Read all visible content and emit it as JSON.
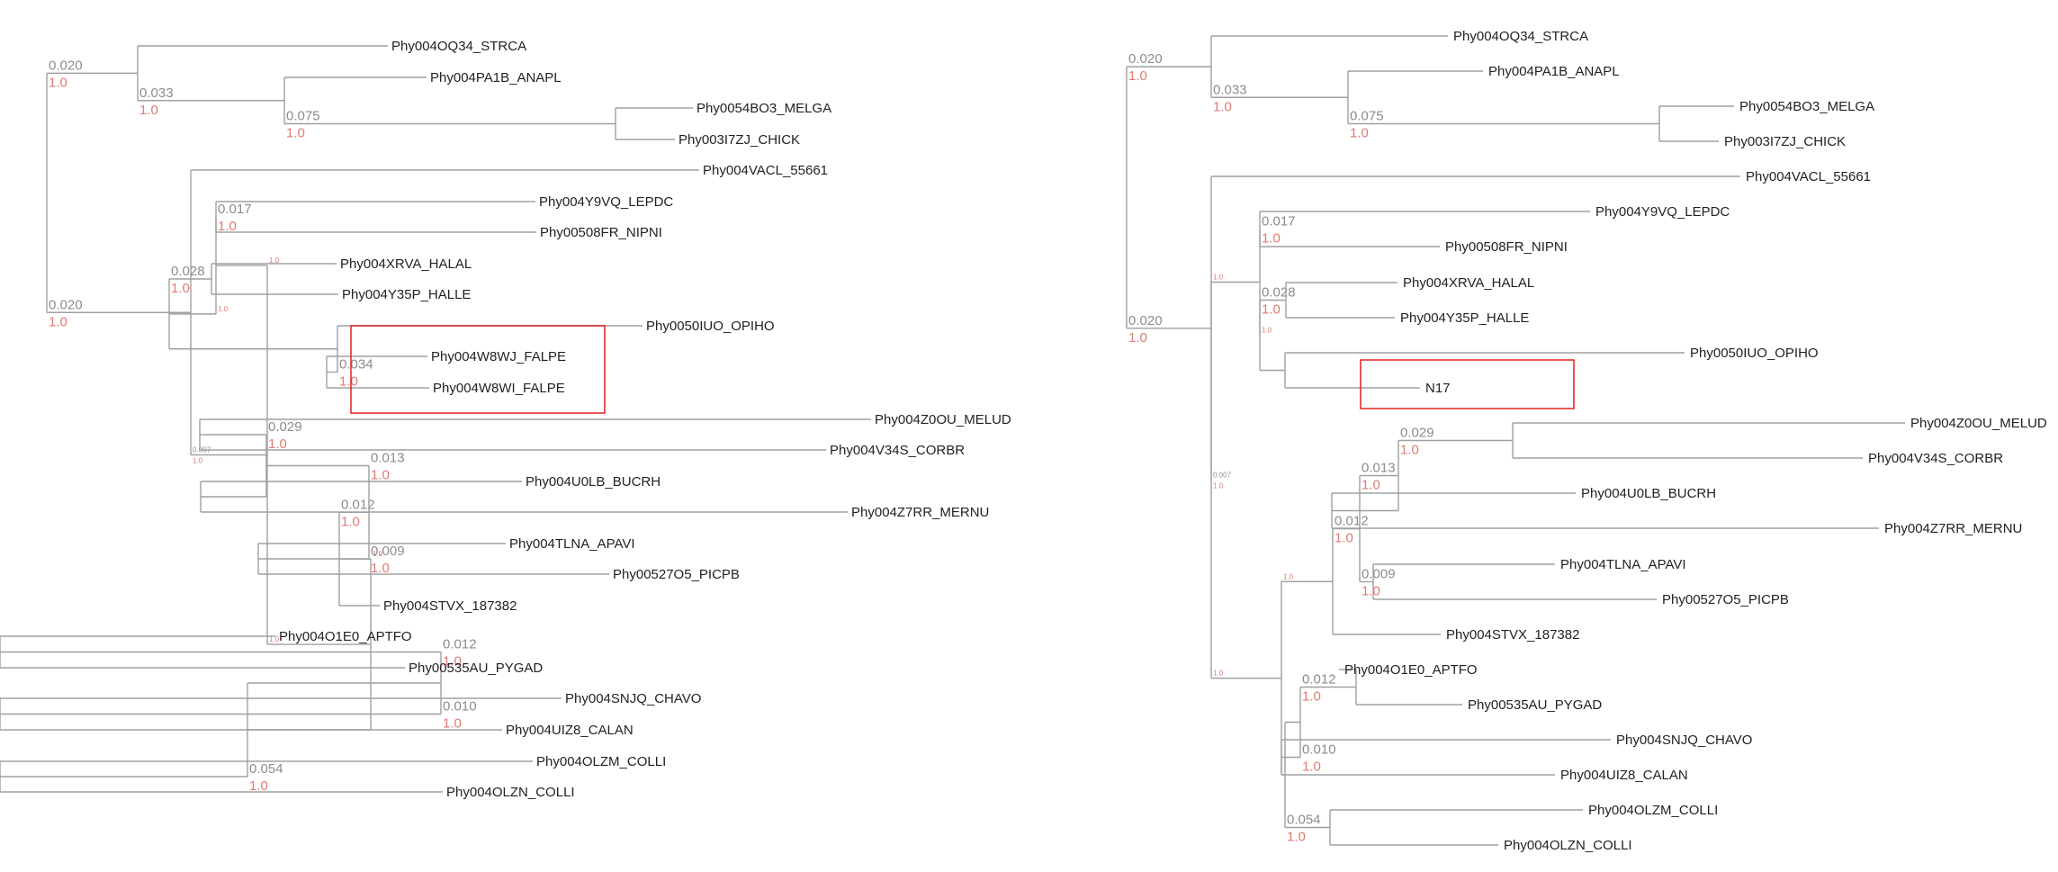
{
  "colors": {
    "branch": "#a0a0a0",
    "length_label": "#8c8c8c",
    "support_label": "#e07a72",
    "highlight_box": "#e02020"
  },
  "trees": [
    {
      "id": "left",
      "highlight": [
        "Phy004W8WJ_FALPE",
        "Phy004W8WI_FALPE"
      ],
      "root": {
        "c": [
          {
            "l": "0.020",
            "s": "1.0",
            "c": [
              {
                "n": "Phy004OQ34_STRCA"
              },
              {
                "l": "0.033",
                "s": "1.0",
                "c": [
                  {
                    "n": "Phy004PA1B_ANAPL"
                  },
                  {
                    "l": "0.075",
                    "s": "1.0",
                    "c": [
                      {
                        "n": "Phy0054BO3_MELGA"
                      },
                      {
                        "n": "Phy003I7ZJ_CHICK"
                      }
                    ]
                  }
                ]
              }
            ]
          },
          {
            "l": "0.020",
            "s": "1.0",
            "c": [
              {
                "n": "Phy004VACL_55661"
              },
              {
                "l": "0.007",
                "s": "1.0",
                "small": true,
                "c": [
                  {
                    "s": "1.0",
                    "small": true,
                    "c": [
                      {
                        "l": "0.017",
                        "s": "1.0",
                        "c": [
                          {
                            "n": "Phy004Y9VQ_LEPDC"
                          },
                          {
                            "n": "Phy00508FR_NIPNI"
                          }
                        ]
                      },
                      {
                        "s": "1.0",
                        "small": true,
                        "c": [
                          {
                            "l": "0.028",
                            "s": "1.0",
                            "c": [
                              {
                                "n": "Phy004XRVA_HALAL"
                              },
                              {
                                "n": "Phy004Y35P_HALLE"
                              }
                            ]
                          },
                          {
                            "c": [
                              {
                                "n": "Phy0050IUO_OPIHO"
                              },
                              {
                                "l": "0.034",
                                "s": "1.0",
                                "c": [
                                  {
                                    "n": "Phy004W8WJ_FALPE"
                                  },
                                  {
                                    "n": "Phy004W8WI_FALPE"
                                  }
                                ]
                              }
                            ]
                          }
                        ]
                      }
                    ]
                  },
                  {
                    "s": "1.0",
                    "small": true,
                    "c": [
                      {
                        "s": "1.0",
                        "small": true,
                        "c": [
                          {
                            "l": "0.012",
                            "s": "1.0",
                            "c": [
                              {
                                "l": "0.013",
                                "s": "1.0",
                                "c": [
                                  {
                                    "l": "0.029",
                                    "s": "1.0",
                                    "c": [
                                      {
                                        "n": "Phy004Z0OU_MELUD"
                                      },
                                      {
                                        "n": "Phy004V34S_CORBR"
                                      }
                                    ]
                                  },
                                  {
                                    "c": [
                                      {
                                        "n": "Phy004U0LB_BUCRH"
                                      },
                                      {
                                        "n": "Phy004Z7RR_MERNU"
                                      }
                                    ]
                                  }
                                ]
                              },
                              {
                                "l": "0.009",
                                "s": "1.0",
                                "c": [
                                  {
                                    "n": "Phy004TLNA_APAVI"
                                  },
                                  {
                                    "n": "Phy00527O5_PICPB"
                                  }
                                ]
                              }
                            ]
                          },
                          {
                            "n": "Phy004STVX_187382"
                          }
                        ]
                      },
                      {
                        "c": [
                          {
                            "c": [
                              {
                                "l": "0.012",
                                "s": "1.0",
                                "c": [
                                  {
                                    "n": "Phy004O1E0_APTFO"
                                  },
                                  {
                                    "n": "Phy00535AU_PYGAD"
                                  }
                                ]
                              },
                              {
                                "l": "0.010",
                                "s": "1.0",
                                "c": [
                                  {
                                    "n": "Phy004SNJQ_CHAVO"
                                  },
                                  {
                                    "n": "Phy004UIZ8_CALAN"
                                  }
                                ]
                              }
                            ]
                          },
                          {
                            "l": "0.054",
                            "s": "1.0",
                            "c": [
                              {
                                "n": "Phy004OLZM_COLLI"
                              },
                              {
                                "n": "Phy004OLZN_COLLI"
                              }
                            ]
                          }
                        ]
                      }
                    ]
                  }
                ]
              }
            ]
          }
        ]
      }
    },
    {
      "id": "right",
      "highlight": [
        "N17"
      ],
      "root": {
        "c": [
          {
            "l": "0.020",
            "s": "1.0",
            "c": [
              {
                "n": "Phy004OQ34_STRCA"
              },
              {
                "l": "0.033",
                "s": "1.0",
                "c": [
                  {
                    "n": "Phy004PA1B_ANAPL"
                  },
                  {
                    "l": "0.075",
                    "s": "1.0",
                    "c": [
                      {
                        "n": "Phy0054BO3_MELGA"
                      },
                      {
                        "n": "Phy003I7ZJ_CHICK"
                      }
                    ]
                  }
                ]
              }
            ]
          },
          {
            "l": "0.020",
            "s": "1.0",
            "c": [
              {
                "n": "Phy004VACL_55661"
              },
              {
                "l": "0.007",
                "s": "1.0",
                "small": true,
                "c": [
                  {
                    "s": "1.0",
                    "small": true,
                    "c": [
                      {
                        "l": "0.017",
                        "s": "1.0",
                        "c": [
                          {
                            "n": "Phy004Y9VQ_LEPDC"
                          },
                          {
                            "n": "Phy00508FR_NIPNI"
                          }
                        ]
                      },
                      {
                        "s": "1.0",
                        "small": true,
                        "c": [
                          {
                            "l": "0.028",
                            "s": "1.0",
                            "c": [
                              {
                                "n": "Phy004XRVA_HALAL"
                              },
                              {
                                "n": "Phy004Y35P_HALLE"
                              }
                            ]
                          },
                          {
                            "c": [
                              {
                                "n": "Phy0050IUO_OPIHO"
                              },
                              {
                                "n": "N17"
                              }
                            ]
                          }
                        ]
                      }
                    ]
                  },
                  {
                    "s": "1.0",
                    "small": true,
                    "c": [
                      {
                        "s": "1.0",
                        "small": true,
                        "c": [
                          {
                            "l": "0.012",
                            "s": "1.0",
                            "c": [
                              {
                                "l": "0.013",
                                "s": "1.0",
                                "c": [
                                  {
                                    "l": "0.029",
                                    "s": "1.0",
                                    "c": [
                                      {
                                        "n": "Phy004Z0OU_MELUD"
                                      },
                                      {
                                        "n": "Phy004V34S_CORBR"
                                      }
                                    ]
                                  },
                                  {
                                    "c": [
                                      {
                                        "n": "Phy004U0LB_BUCRH"
                                      },
                                      {
                                        "n": "Phy004Z7RR_MERNU"
                                      }
                                    ]
                                  }
                                ]
                              },
                              {
                                "l": "0.009",
                                "s": "1.0",
                                "c": [
                                  {
                                    "n": "Phy004TLNA_APAVI"
                                  },
                                  {
                                    "n": "Phy00527O5_PICPB"
                                  }
                                ]
                              }
                            ]
                          },
                          {
                            "n": "Phy004STVX_187382"
                          }
                        ]
                      },
                      {
                        "c": [
                          {
                            "c": [
                              {
                                "l": "0.012",
                                "s": "1.0",
                                "c": [
                                  {
                                    "n": "Phy004O1E0_APTFO"
                                  },
                                  {
                                    "n": "Phy00535AU_PYGAD"
                                  }
                                ]
                              },
                              {
                                "l": "0.010",
                                "s": "1.0",
                                "c": [
                                  {
                                    "n": "Phy004SNJQ_CHAVO"
                                  },
                                  {
                                    "n": "Phy004UIZ8_CALAN"
                                  }
                                ]
                              }
                            ]
                          },
                          {
                            "l": "0.054",
                            "s": "1.0",
                            "c": [
                              {
                                "n": "Phy004OLZM_COLLI"
                              },
                              {
                                "n": "Phy004OLZN_COLLI"
                              }
                            ]
                          }
                        ]
                      }
                    ]
                  }
                ]
              }
            ]
          }
        ]
      }
    }
  ]
}
